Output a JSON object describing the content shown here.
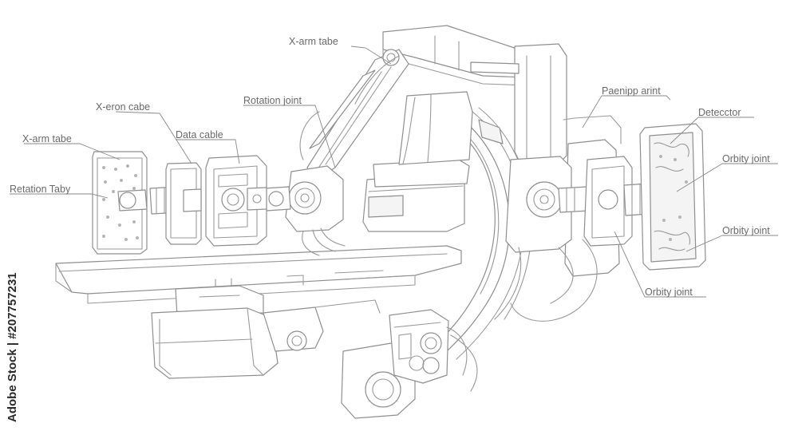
{
  "labels": {
    "xarm_tube_top": "X-arm tabe",
    "xeron_cable": "X-eron cabe",
    "data_cable": "Data cable",
    "xarm_tube_left": "X-arm tabe",
    "retation_taby": "Retation Taby",
    "rotation_joint": "Rotation joint",
    "paenipp_arint": "Paenipp arint",
    "detecctor": "Detecctor",
    "orbity_joint_1": "Orbity joint",
    "orbity_joint_2": "Orbity joint",
    "orbity_joint_3": "Orbity joint"
  },
  "watermark": {
    "stock_id": "Adobe Stock | #207757231"
  },
  "colors": {
    "line": "#9a9a9a",
    "label": "#6a6a6a",
    "background": "#ffffff"
  }
}
